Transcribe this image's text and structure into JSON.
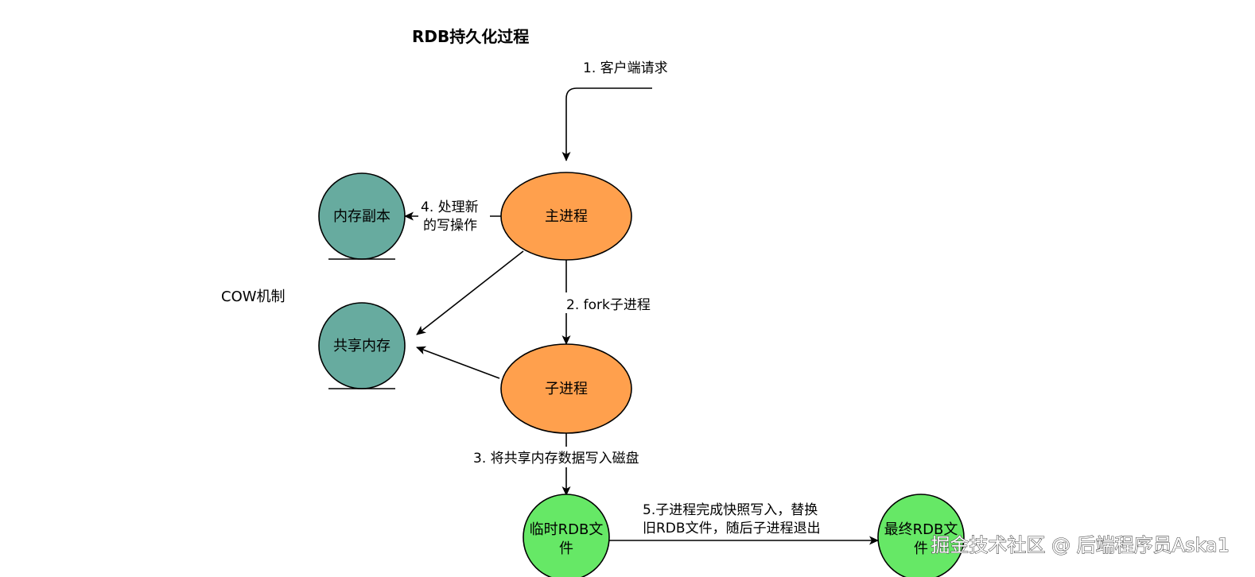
{
  "title": "RDB持久化过程",
  "note": "COW机制",
  "colors": {
    "process_fill": "#ffa04d",
    "memory_fill": "#67ab9f",
    "file_fill": "#66e866",
    "stroke": "#000000"
  },
  "nodes": {
    "main_process": "主进程",
    "child_process": "子进程",
    "memory_copy": "内存副本",
    "shared_memory": "共享内存",
    "temp_rdb_line1": "临时RDB文",
    "temp_rdb_line2": "件",
    "final_rdb_line1": "最终RDB文",
    "final_rdb_line2": "件"
  },
  "edges": {
    "client_request": "1. 客户端请求",
    "fork_child": "2. fork子进程",
    "write_disk": "3. 将共享内存数据写入磁盘",
    "handle_write_line1": "4. 处理新",
    "handle_write_line2": "的写操作",
    "replace_line1": "5.子进程完成快照写入，替换",
    "replace_line2": "旧RDB文件，随后子进程退出"
  },
  "watermark": "掘金技术社区 @ 后端程序员Aska1"
}
